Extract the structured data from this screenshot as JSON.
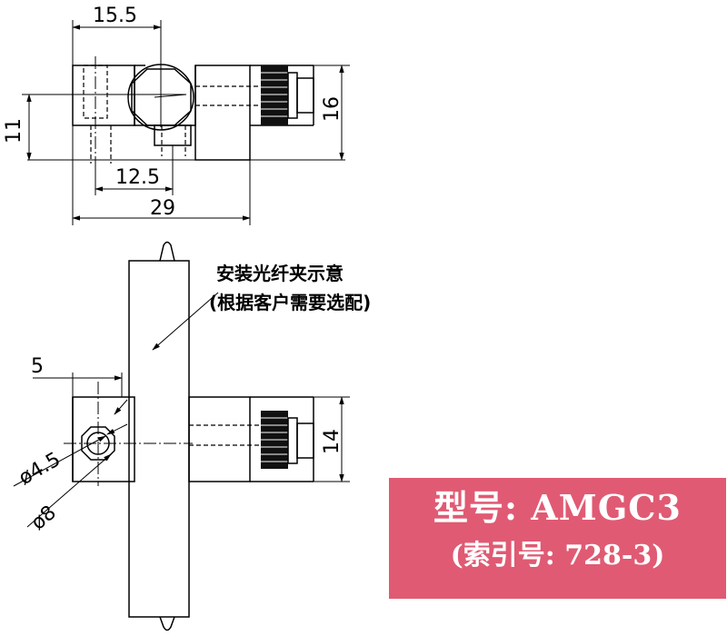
{
  "colors": {
    "line": "#000000",
    "model_box": "#e05a73",
    "model_text": "#ffffff"
  },
  "top_view": {
    "dim_15_5": "15.5",
    "dim_16": "16",
    "dim_11": "11",
    "dim_12_5": "12.5",
    "dim_29": "29"
  },
  "side_view": {
    "dim_5": "5",
    "dim_14": "14",
    "dim_d4_5": "ø4.5",
    "dim_d8": "ø8"
  },
  "note": {
    "line1": "安装光纤夹示意",
    "line2": "(根据客户需要选配)"
  },
  "model": {
    "model_line": "型号: AMGC3",
    "index_line": "(索引号: 728-3)"
  }
}
